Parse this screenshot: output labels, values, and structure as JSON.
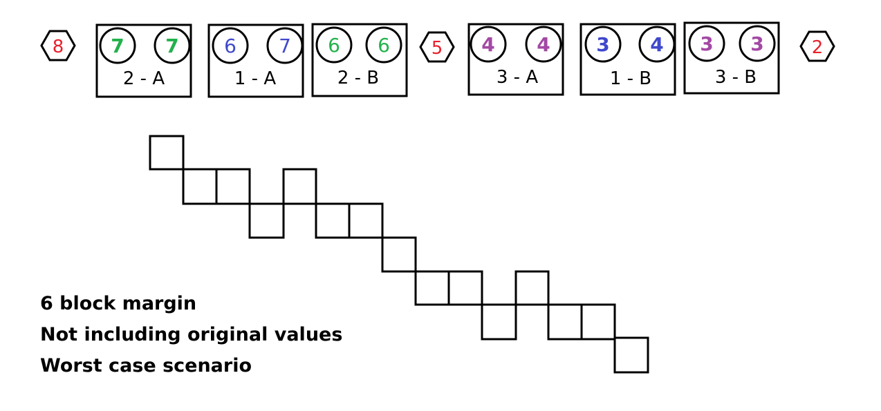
{
  "colors": {
    "stroke": "#000000",
    "red": "#e8212b",
    "green": "#23b14c",
    "blue": "#3f48cc",
    "purple": "#a349a4"
  },
  "hexagons": [
    {
      "label": "8",
      "color": "#e8212b"
    },
    {
      "label": "5",
      "color": "#e8212b"
    },
    {
      "label": "2",
      "color": "#e8212b"
    }
  ],
  "groups": [
    {
      "label": "2 - A",
      "left": "7",
      "right": "7",
      "color": "#23b14c",
      "bold": true
    },
    {
      "label": "1 - A",
      "left": "6",
      "right": "7",
      "color": "#3f48cc",
      "bold": false
    },
    {
      "label": "2 - B",
      "left": "6",
      "right": "6",
      "color": "#23b14c",
      "bold": false
    },
    {
      "label": "3 - A",
      "left": "4",
      "right": "4",
      "color": "#a349a4",
      "bold": true
    },
    {
      "label": "1 - B",
      "left": "3",
      "right": "4",
      "color": "#3f48cc",
      "bold": true
    },
    {
      "label": "3 - B",
      "left": "3",
      "right": "3",
      "color": "#a349a4",
      "bold": true
    }
  ],
  "notes": [
    "6 block margin",
    "Not including original values",
    "Worst case scenario"
  ]
}
